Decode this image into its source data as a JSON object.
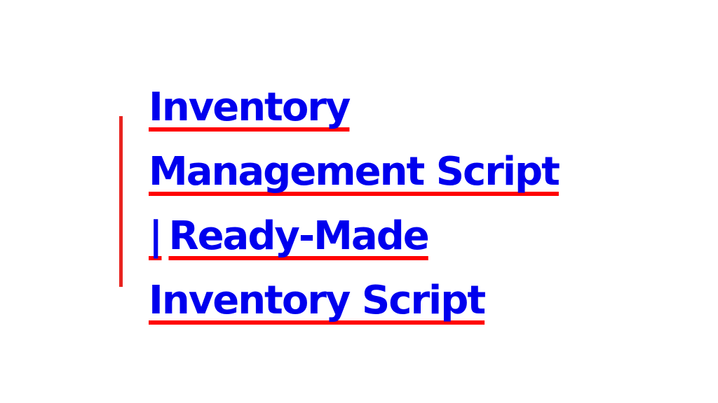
{
  "slide": {
    "title_lines": [
      {
        "segments": [
          "Inventory"
        ]
      },
      {
        "segments": [
          "Management Script"
        ]
      },
      {
        "segments": [
          "|",
          "Ready-Made"
        ]
      },
      {
        "segments": [
          "Inventory Script"
        ]
      }
    ]
  },
  "colors": {
    "link_text": "#0000ee",
    "underline": "#ff0000",
    "accent_bar": "#e8231f",
    "background": "#ffffff"
  }
}
